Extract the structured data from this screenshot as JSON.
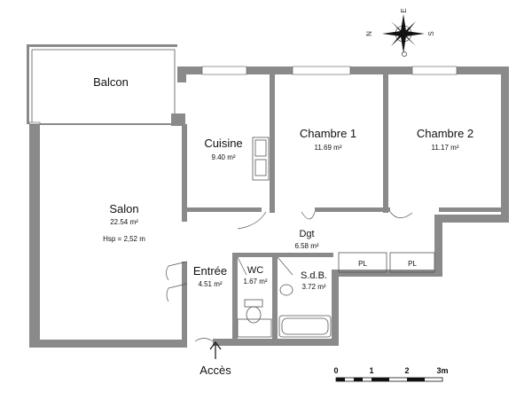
{
  "rooms": {
    "balcon": {
      "name": "Balcon"
    },
    "cuisine": {
      "name": "Cuisine",
      "area": "9.40 m²"
    },
    "chambre1": {
      "name": "Chambre 1",
      "area": "11.69 m²"
    },
    "chambre2": {
      "name": "Chambre 2",
      "area": "11.17 m²"
    },
    "salon": {
      "name": "Salon",
      "area": "22.54 m²",
      "note": "Hsp =  2,52 m"
    },
    "dgt": {
      "name": "Dgt",
      "area": "6.58 m²"
    },
    "entree": {
      "name": "Entrée",
      "area": "4.51 m²"
    },
    "wc": {
      "name": "WC",
      "area": "1.67 m²"
    },
    "sdb": {
      "name": "S.d.B.",
      "area": "3.72 m²"
    },
    "pl1": {
      "name": "PL"
    },
    "pl2": {
      "name": "PL"
    }
  },
  "entrance": {
    "label": "Accès"
  },
  "compass": {
    "n": "N",
    "e": "E",
    "s": "S",
    "o": "O"
  },
  "scale": {
    "ticks": [
      "0",
      "1",
      "2",
      "3m"
    ]
  },
  "colors": {
    "wall": "#8a8a8a",
    "line": "#555555"
  }
}
